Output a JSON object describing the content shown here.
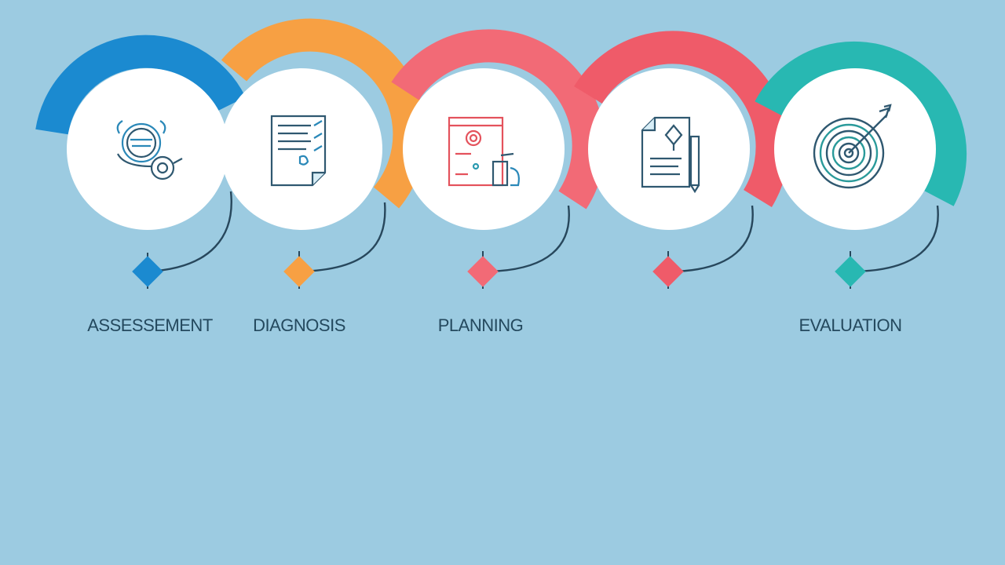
{
  "steps": [
    {
      "id": "assessment",
      "label": "ASSESSEMENT",
      "color": "#1b8ad0",
      "icon": "patient-assessment-icon"
    },
    {
      "id": "diagnosis",
      "label": "DIAGNOSIS",
      "color": "#f7a043",
      "icon": "clipboard-document-icon"
    },
    {
      "id": "planning",
      "label": "PLANNING",
      "color": "#f26a76",
      "icon": "planning-chart-icon"
    },
    {
      "id": "implementation",
      "label": "",
      "color": "#ef5b69",
      "icon": "document-pencil-icon"
    },
    {
      "id": "evaluation",
      "label": "EVALUATION",
      "color": "#28b8b2",
      "icon": "target-arrow-icon"
    }
  ],
  "colors": {
    "background": "#9ccbe1",
    "line": "#27475c",
    "label": "#24495e"
  }
}
